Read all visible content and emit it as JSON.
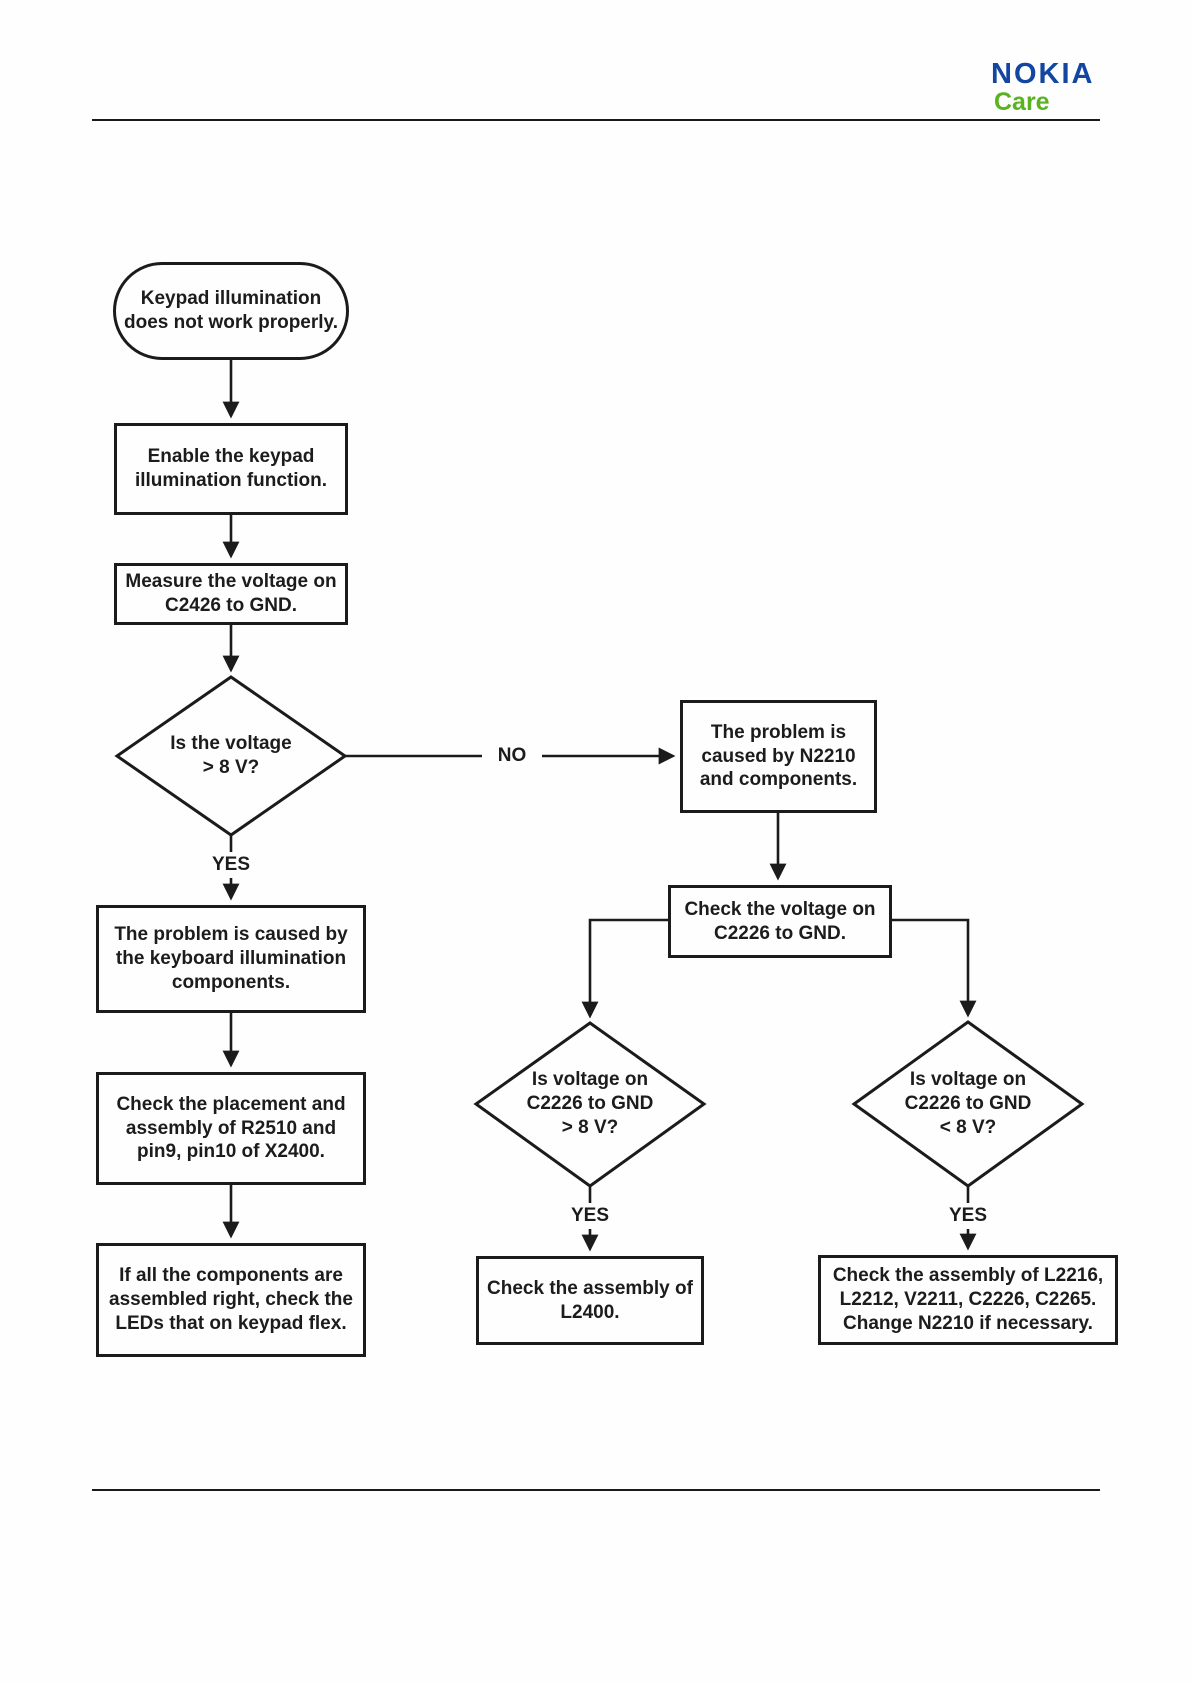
{
  "page": {
    "brand": "NOKIA",
    "brand_sub": "Care",
    "brand_color": "#1246a0",
    "brand_sub_color": "#59b220",
    "line_color": "#1b1b1b"
  },
  "labels": {
    "yes": "YES",
    "no": "NO"
  },
  "nodes": {
    "start": "Keypad illumination\ndoes not work properly.",
    "enable_keypad": "Enable the keypad\nillumination function.",
    "measure_c2426": "Measure the voltage on\nC2426 to GND.",
    "is_voltage_gt_8v": "Is the voltage\n> 8 V?",
    "problem_keyboard": "The problem is caused by\nthe keyboard illumination\ncomponents.",
    "check_r2510": "Check the placement and\nassembly of R2510 and\npin9, pin10 of X2400.",
    "check_leds": "If all the components are\nassembled right, check the\nLEDs that on keypad flex.",
    "problem_n2210": "The problem is\ncaused by N2210\nand components.",
    "check_c2226": "Check the voltage on\nC2226 to GND.",
    "c2226_gt_8v": "Is voltage on\nC2226 to GND\n> 8 V?",
    "c2226_lt_8v": "Is voltage on\nC2226 to GND\n< 8 V?",
    "check_l2400": "Check the assembly of\nL2400.",
    "check_l2216": "Check the assembly of L2216,\nL2212, V2211, C2226, C2265.\nChange N2210 if necessary."
  }
}
